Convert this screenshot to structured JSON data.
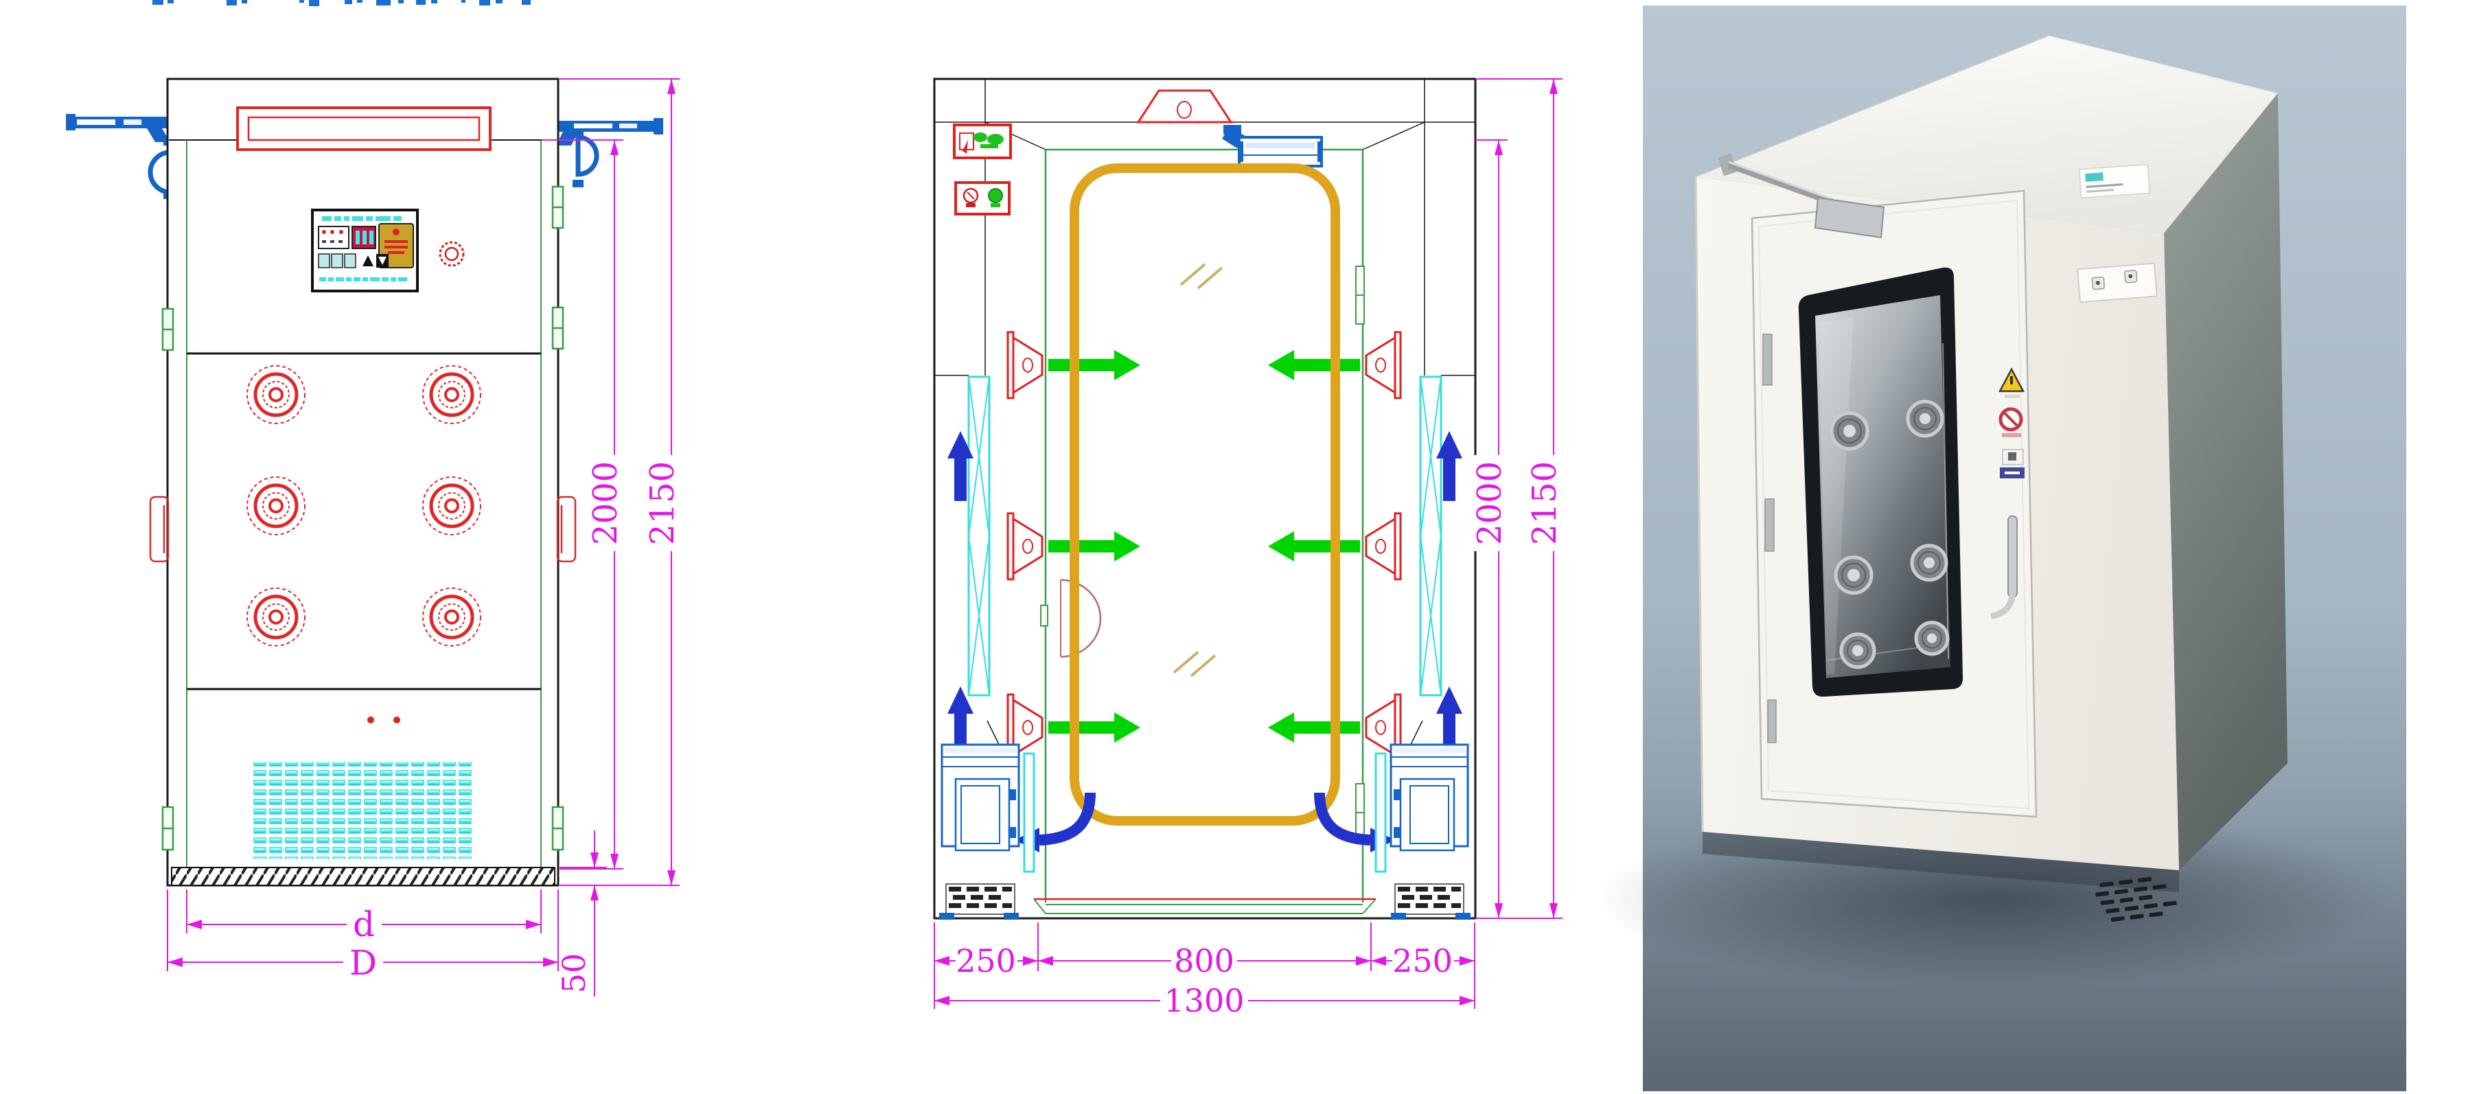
{
  "page": {
    "background": "#ffffff",
    "clipped_title_color": "#1b6fd4"
  },
  "front_view": {
    "label": "air-shower front elevation drawing",
    "dims": {
      "door_height": "2000",
      "total_height": "2150",
      "base_height": "50",
      "inner_width": "d",
      "outer_width": "D"
    },
    "nozzle_count": 6,
    "colors": {
      "dimension": "#e318e3",
      "nozzle": "#e02727",
      "grille": "#57e8e8",
      "hinge": "#3a9b4a",
      "door_closer": "#1565c8",
      "lamp": "#e02727"
    }
  },
  "section_view": {
    "label": "air-shower vertical section drawing",
    "dims": {
      "left_side": "250",
      "chamber": "800",
      "right_side": "250",
      "overall_width": "1300",
      "door_height": "2000",
      "total_height": "2150"
    },
    "colors": {
      "jet_arrow": "#00d400",
      "return_arrow": "#2233cc",
      "door_frame": "#dfa41e",
      "wall": "#3a9b4a",
      "filter": "#35dede"
    }
  },
  "photo": {
    "label": "air shower product photo",
    "background": "#b9c7d3",
    "cabinet_color": "#f4f2ec"
  }
}
